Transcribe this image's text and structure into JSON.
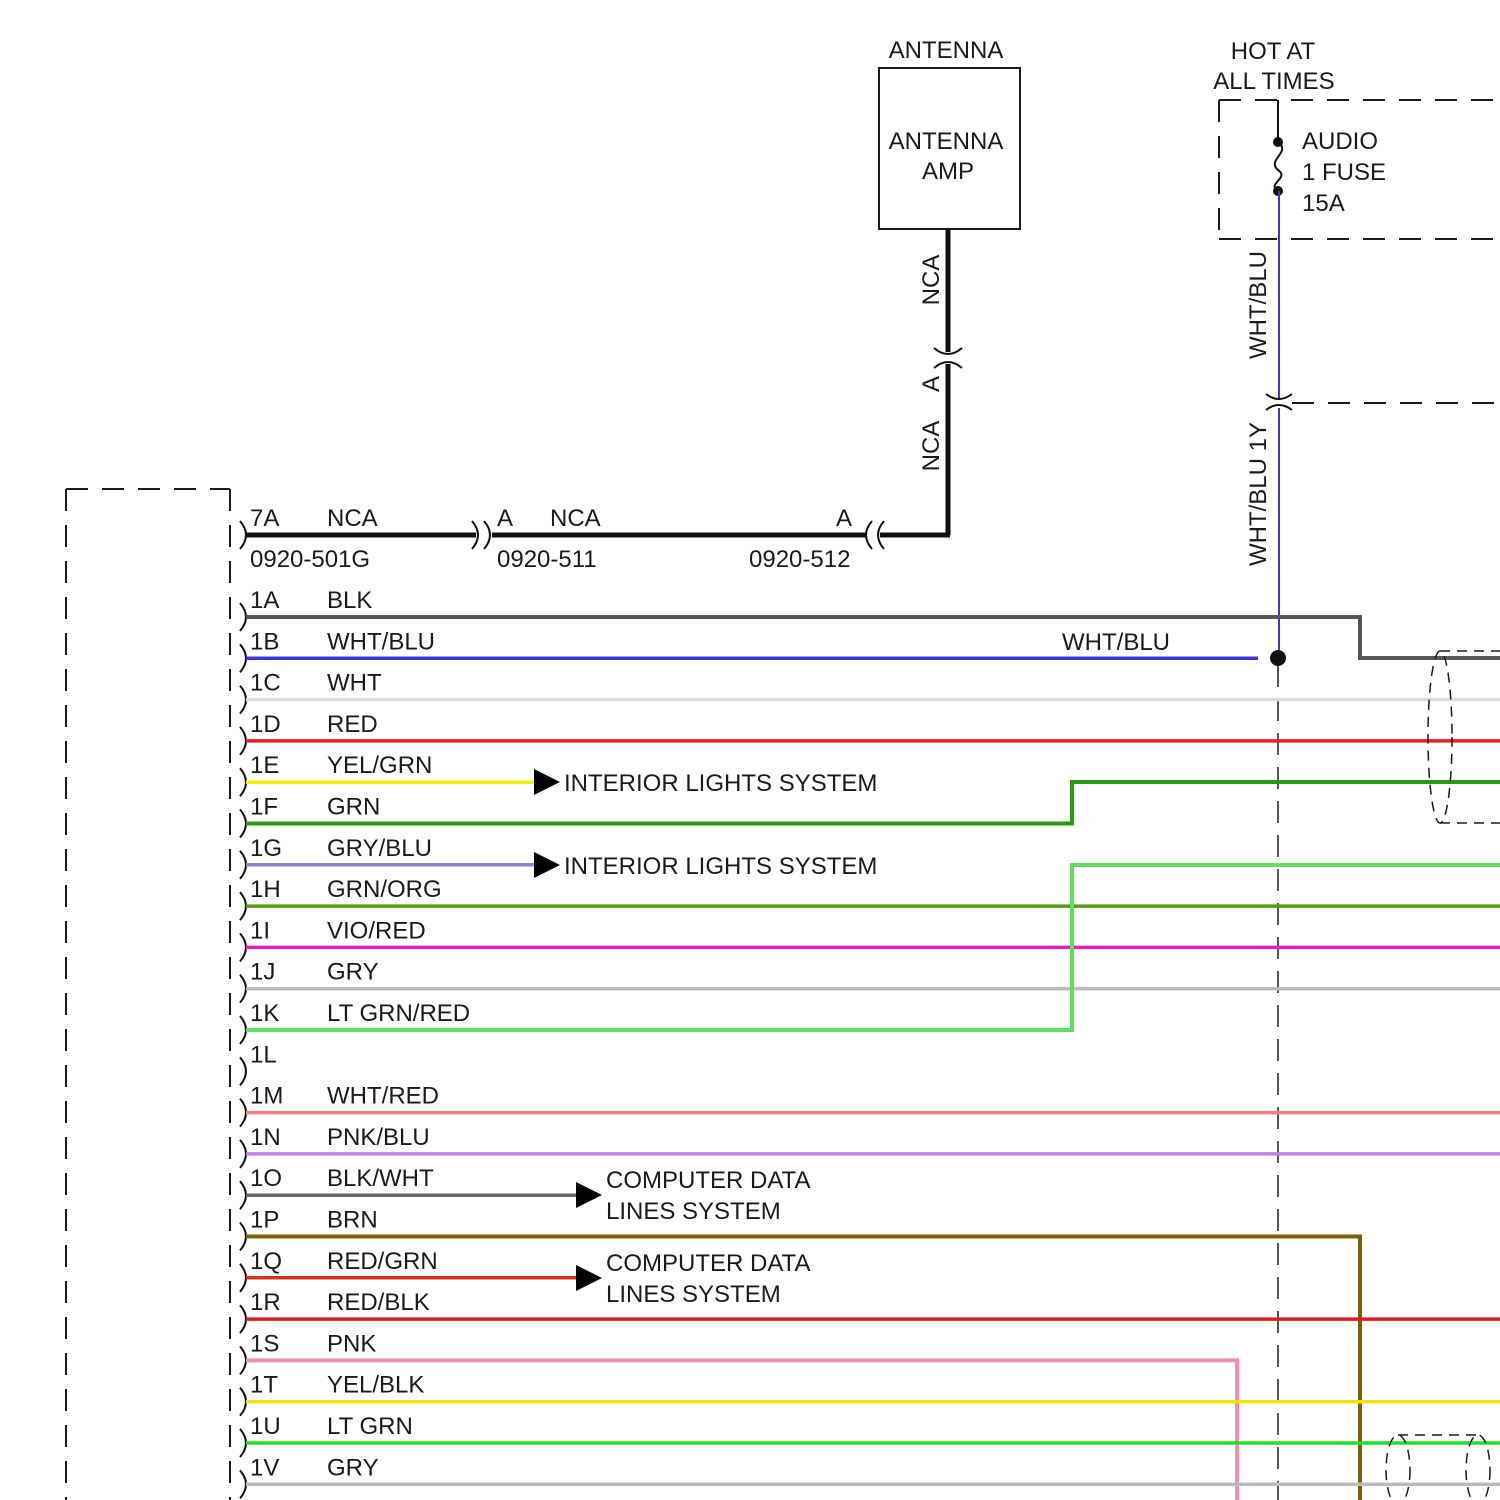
{
  "antenna": {
    "title": "ANTENNA",
    "amp_line1": "ANTENNA",
    "amp_line2": "AMP",
    "wire_upper_label": "NCA",
    "connector_label": "A",
    "wire_lower_label": "NCA"
  },
  "fuse": {
    "hot_line1": "HOT AT",
    "hot_line2": "ALL TIMES",
    "name_line1": "AUDIO",
    "name_line2": "1 FUSE",
    "rating": "15A",
    "wire_upper_label": "WHT/BLU",
    "wire_lower_label": "WHT/BLU 1Y"
  },
  "antenna_cable": {
    "pin": "7A",
    "color_left": "NCA",
    "connector_mid": "A",
    "color_mid": "NCA",
    "connector_right": "A",
    "part_left": "0920-501G",
    "part_mid": "0920-511",
    "part_right": "0920-512"
  },
  "splice_label": "WHT/BLU",
  "destinations": {
    "interior_lights": "INTERIOR LIGHTS SYSTEM",
    "computer_data_line1": "COMPUTER DATA",
    "computer_data_line2": "LINES SYSTEM"
  },
  "pins": [
    {
      "pin": "1A",
      "color": "BLK",
      "hex": "#555555"
    },
    {
      "pin": "1B",
      "color": "WHT/BLU",
      "hex": "#3a3ad0"
    },
    {
      "pin": "1C",
      "color": "WHT",
      "hex": "#dcdcdc"
    },
    {
      "pin": "1D",
      "color": "RED",
      "hex": "#e8202a"
    },
    {
      "pin": "1E",
      "color": "YEL/GRN",
      "hex": "#f2f200"
    },
    {
      "pin": "1F",
      "color": "GRN",
      "hex": "#2a9a12"
    },
    {
      "pin": "1G",
      "color": "GRY/BLU",
      "hex": "#8888cc"
    },
    {
      "pin": "1H",
      "color": "GRN/ORG",
      "hex": "#5a9a10"
    },
    {
      "pin": "1I",
      "color": "VIO/RED",
      "hex": "#e020c0"
    },
    {
      "pin": "1J",
      "color": "GRY",
      "hex": "#bbbbbb"
    },
    {
      "pin": "1K",
      "color": "LT GRN/RED",
      "hex": "#5ee05e"
    },
    {
      "pin": "1L",
      "color": "",
      "hex": ""
    },
    {
      "pin": "1M",
      "color": "WHT/RED",
      "hex": "#f08080"
    },
    {
      "pin": "1N",
      "color": "PNK/BLU",
      "hex": "#c080e0"
    },
    {
      "pin": "1O",
      "color": "BLK/WHT",
      "hex": "#666666"
    },
    {
      "pin": "1P",
      "color": "BRN",
      "hex": "#7a6200"
    },
    {
      "pin": "1Q",
      "color": "RED/GRN",
      "hex": "#d83020"
    },
    {
      "pin": "1R",
      "color": "RED/BLK",
      "hex": "#d62020"
    },
    {
      "pin": "1S",
      "color": "PNK",
      "hex": "#f090b0"
    },
    {
      "pin": "1T",
      "color": "YEL/BLK",
      "hex": "#f0e010"
    },
    {
      "pin": "1U",
      "color": "LT GRN",
      "hex": "#22e022"
    },
    {
      "pin": "1V",
      "color": "GRY",
      "hex": "#bbbbbb"
    }
  ]
}
